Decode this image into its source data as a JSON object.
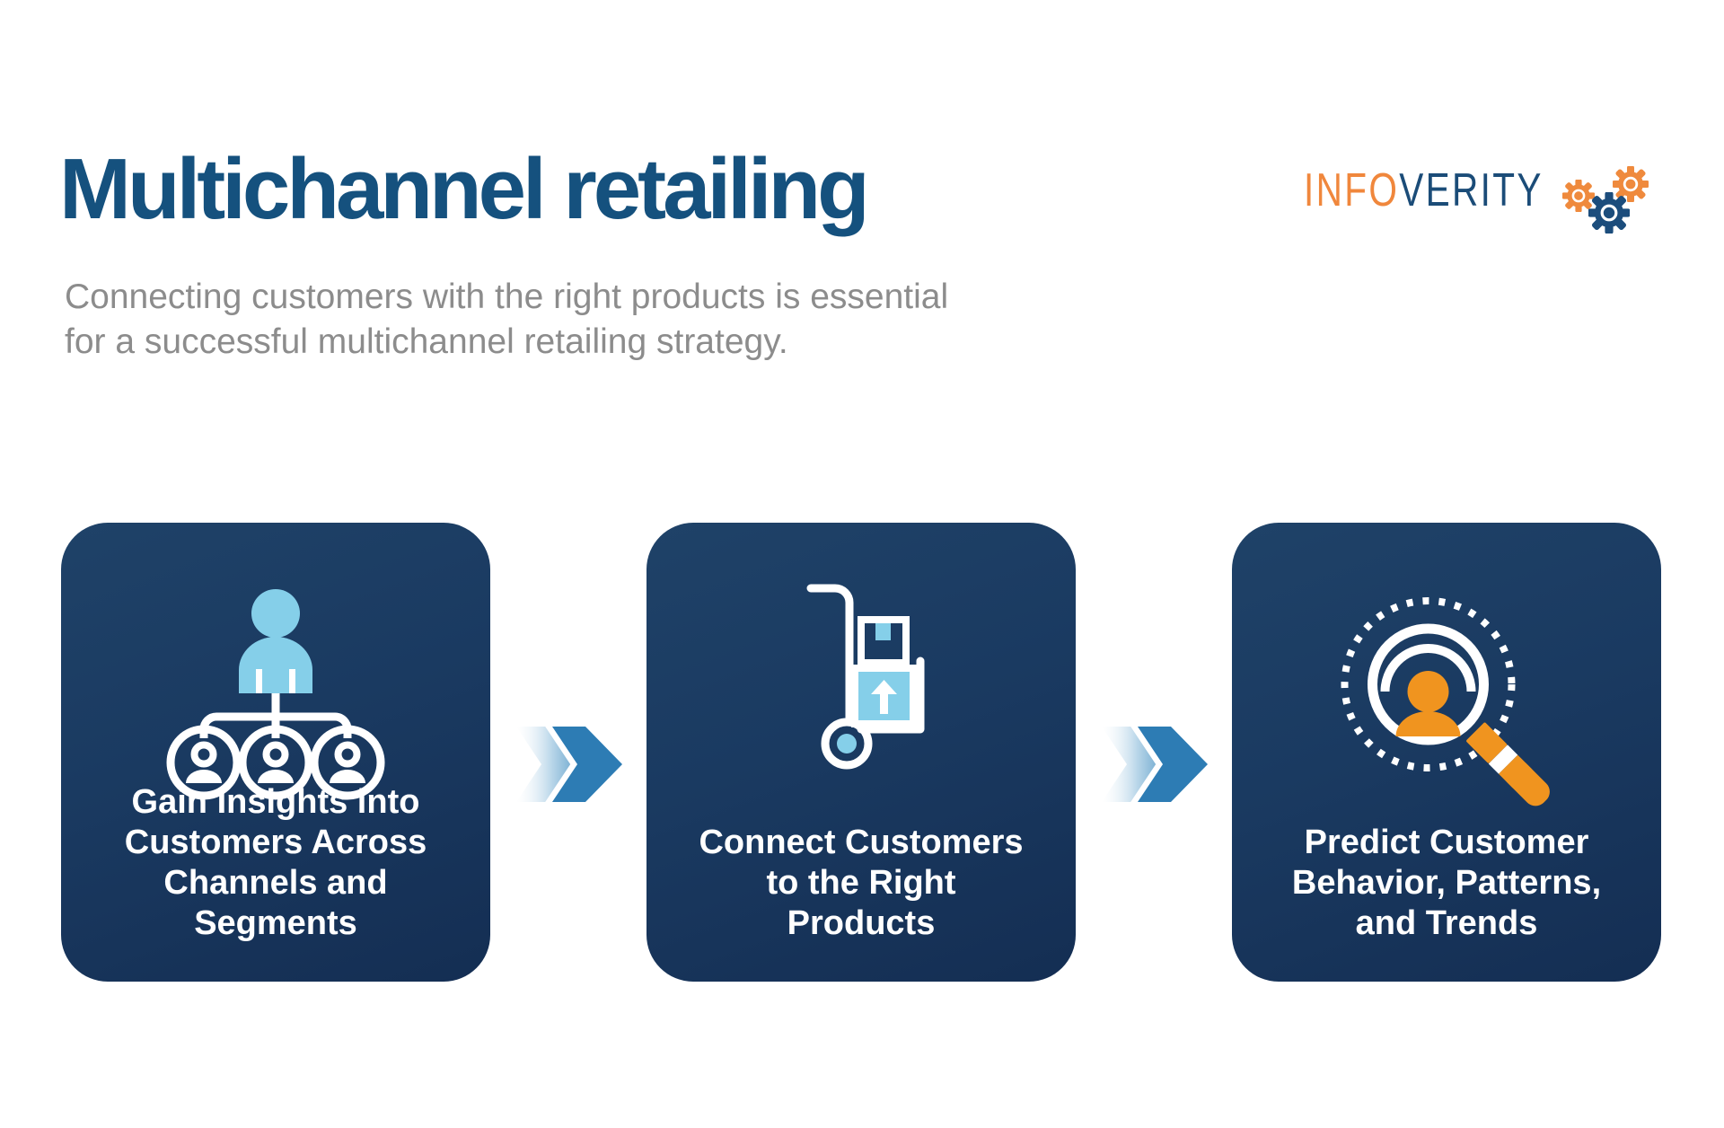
{
  "header": {
    "title": "Multichannel retailing",
    "subtitle": [
      "Connecting customers with the right products is essential",
      "for a successful multichannel retailing strategy."
    ]
  },
  "logo": {
    "text_primary": "INFO",
    "text_secondary": "VERITY",
    "icon": "gears-icon",
    "color_primary": "#f0873c",
    "color_secondary": "#1b4c78",
    "gear_orange": "#ef8a3d",
    "gear_navy": "#1c4d7c"
  },
  "cards": [
    {
      "icon": "org-chart-customers-icon",
      "lines": [
        "Gain Insights into",
        "Customers Across",
        "Channels and Segments"
      ]
    },
    {
      "icon": "hand-truck-boxes-icon",
      "lines": [
        "Connect Customers",
        "to the Right",
        "Products"
      ]
    },
    {
      "icon": "magnifier-customer-icon",
      "lines": [
        "Predict Customer",
        "Behavior, Patterns,",
        "and Trends"
      ]
    }
  ],
  "arrows": {
    "icon": "double-chevron-right-icon",
    "color": "#2d7cb4"
  },
  "colors": {
    "title_blue": "#15517e",
    "subtitle_gray": "#8c8c8c",
    "card_navy": "#1a3a61",
    "icon_light_blue": "#85cfe9",
    "icon_orange": "#f0941f",
    "card_text": "#ffffff"
  }
}
